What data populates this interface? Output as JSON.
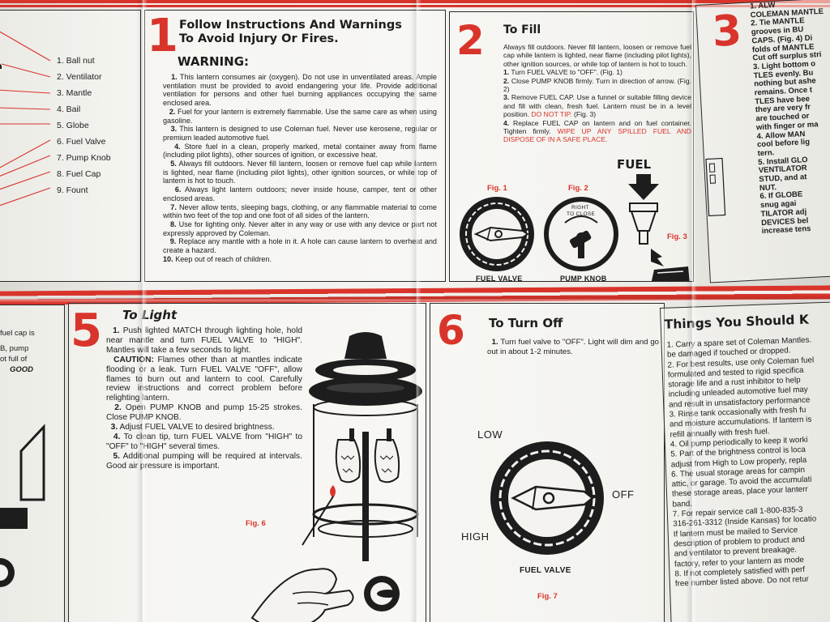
{
  "parts_list": [
    "1. Ball nut",
    "2. Ventilator",
    "3. Mantle",
    "4. Bail",
    "5. Globe",
    "6. Fuel Valve",
    "7. Pump Knob",
    "8. Fuel Cap",
    "9. Fount"
  ],
  "left_bottom_fragments": [
    "fuel cap is",
    "B, pump",
    "ot full of",
    "GOOD"
  ],
  "step1": {
    "number": "1",
    "title_line1": "Follow Instructions And Warnings",
    "title_line2": "To Avoid Injury Or Fires.",
    "warning_heading": "WARNING:",
    "items": [
      {
        "num": "1.",
        "text": "This lantern consumes air (oxygen). Do not use in unventilated areas. Ample ventilation must be provided to avoid endangering your life. Provide additional ventilation for persons and other fuel burning appliances occupying the same enclosed area."
      },
      {
        "num": "2.",
        "text": "Fuel for your lantern is extremely flammable. Use the same care as when using gasoline."
      },
      {
        "num": "3.",
        "text": "This lantern is designed to use Coleman fuel. Never use kerosene, regular or premium leaded automotive fuel."
      },
      {
        "num": "4.",
        "text": "Store fuel in a clean, properly marked, metal container away from flame (including pilot lights), other sources of ignition, or excessive heat."
      },
      {
        "num": "5.",
        "text": "Always fill outdoors. Never fill lantern, loosen or remove fuel cap while lantern is lighted, near flame (including pilot lights), other ignition sources, or while top of lantern is hot to touch."
      },
      {
        "num": "6.",
        "text": "Always light lantern outdoors; never inside house, camper, tent or other enclosed areas."
      },
      {
        "num": "7.",
        "text": "Never allow tents, sleeping bags, clothing, or any flammable material to come within two feet of the top and one foot of all sides of the lantern."
      },
      {
        "num": "8.",
        "text": "Use for lighting only. Never alter in any way or use with any device or part not expressly approved by Coleman."
      },
      {
        "num": "9.",
        "text": "Replace any mantle with a hole in it. A hole can cause lantern to overheat and create a hazard."
      },
      {
        "num": "10.",
        "text": "Keep out of reach of children."
      }
    ]
  },
  "step2": {
    "number": "2",
    "title": "To Fill",
    "intro": "Always fill outdoors. Never fill lantern, loosen or remove fuel cap while lantern is lighted, near flame (including pilot lights), other ignition sources, or while top of lantern is hot to touch.",
    "items": [
      {
        "num": "1.",
        "text": "Turn FUEL VALVE to \"OFF\". (Fig. 1)"
      },
      {
        "num": "2.",
        "text": "Close PUMP KNOB firmly. Turn in direction of arrow. (Fig. 2)"
      },
      {
        "num": "3.",
        "text": "Remove FUEL CAP. Use a funnel or suitable filling device and fill with clean, fresh fuel. Lantern must be in a level position.",
        "red": "DO NOT TIP.",
        "tail": "(Fig. 3)"
      },
      {
        "num": "4.",
        "text": "Replace FUEL CAP on lantern and on fuel container. Tighten firmly.",
        "red": "WIPE UP ANY SPILLED FUEL AND DISPOSE OF IN A SAFE PLACE."
      }
    ],
    "fig1_label": "Fig. 1",
    "fig2_label": "Fig. 2",
    "fig3_label": "Fig. 3",
    "fuel_valve_caption": "FUEL VALVE",
    "pump_knob_caption": "PUMP KNOB",
    "right_to_close": [
      "RIGHT",
      "TO CLOSE"
    ],
    "fuel_word": "FUEL"
  },
  "step3": {
    "number": "3",
    "lines": [
      "1. ALW",
      "COLEMAN MANTLE",
      "2. Tie MANTLE",
      "grooves in BU",
      "CAPS. (Fig. 4) Di",
      "folds of MANTLE",
      "Cut off surplus stri",
      "3. Light bottom o",
      "TLES evenly. Bu",
      "nothing but ashe",
      "remains. Once t",
      "TLES have bee",
      "they are very fr",
      "are touched or",
      "with finger or ma",
      "4. Allow MAN",
      "cool before lig",
      "tern.",
      "5. Install GLO",
      "VENTILATOR",
      "STUD, and at",
      "NUT.",
      "6. If GLOBE",
      "snug agai",
      "TILATOR adj",
      "DEVICES bel",
      "increase tens"
    ]
  },
  "step5": {
    "number": "5",
    "title": "To Light",
    "p1_num": "1.",
    "p1": "Push lighted MATCH through lighting hole, hold near mantle and turn FUEL VALVE to \"HIGH\". Mantles will take a few seconds to light.",
    "caution_label": "CAUTION:",
    "caution": "Flames other than at mantles indicate flooding or a leak. Turn FUEL VALVE \"OFF\", allow flames to burn out and lantern to cool. Carefully review instructions and correct problem before relighting lantern.",
    "items": [
      {
        "num": "2.",
        "text": "Open PUMP KNOB and pump 15-25 strokes. Close PUMP KNOB."
      },
      {
        "num": "3.",
        "text": "Adjust FUEL VALVE to desired brightness."
      },
      {
        "num": "4.",
        "text": "To clean tip, turn FUEL VALVE from \"HIGH\" to \"OFF\" to \"HIGH\" several times."
      },
      {
        "num": "5.",
        "text": "Additional pumping will be required at intervals. Good air pressure is important."
      }
    ],
    "fig_label": "Fig. 6"
  },
  "step6": {
    "number": "6",
    "title": "To Turn Off",
    "p1_num": "1.",
    "p1": "Turn fuel valve to \"OFF\". Light will dim and go out in about 1-2 minutes.",
    "low": "LOW",
    "off": "OFF",
    "high": "HIGH",
    "caption": "FUEL VALVE",
    "fig_label": "Fig. 7"
  },
  "things": {
    "title": "Things You Should K",
    "lines": [
      "1. Carry a spare set of Coleman Mantles.",
      "be damaged if touched or dropped.",
      "2. For best results, use only Coleman fuel",
      "formulated and tested to rigid specifica",
      "storage life and a rust inhibitor to help",
      "including unleaded automotive fuel may",
      "and result in unsatisfactory performance",
      "3. Rinse tank occasionally with fresh fu",
      "and moisture accumulations. If lantern is",
      "refill annually with fresh fuel.",
      "4. Oil pump periodically to keep it worki",
      "5. Part of the brightness control is loca",
      "adjust from High to Low properly, repla",
      "6. The usual storage areas for campin",
      "attic, or garage. To avoid the accumulati",
      "these storage areas, place your lanterr",
      "band.",
      "7. For repair service call 1-800-835-3",
      "316-261-3312 (Inside Kansas) for locatio",
      "If lantern must be mailed to Service",
      "description of problem to product and",
      "and ventilator to prevent breakage.",
      "factory, refer to your lantern as mode",
      "8. If not completely satisfied with perf",
      "free number listed above. Do not retur"
    ]
  },
  "colors": {
    "accent_red": "#d9342b",
    "ink": "#1d1d1d",
    "paper": "#f3f2ee"
  }
}
